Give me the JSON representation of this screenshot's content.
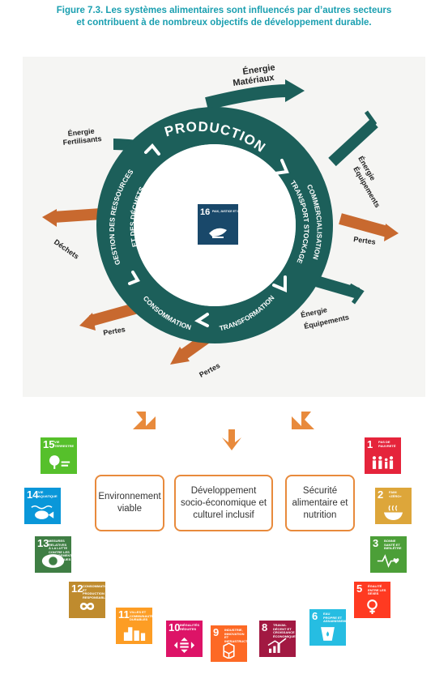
{
  "caption": {
    "line1": "Figure 7.3. Les systèmes alimentaires sont influencés par d’autres secteurs",
    "line2": "et contribuent à de nombreux objectifs de développement durable."
  },
  "cycle": {
    "production": "PRODUCTION",
    "commercialisation": "COMMERCIALISATION",
    "transport": "TRANSPORT STOCKAGE",
    "transformation": "TRANSFORMATION",
    "consommation": "CONSOMMATION",
    "gestion1": "GESTION DES RESSOURCES",
    "gestion2": "ET DES DÉCHETS"
  },
  "flows": {
    "energie_materiaux_1": "Énergie",
    "energie_materiaux_2": "Matériaux",
    "energie_fert_1": "Énergie",
    "energie_fert_2": "Fertilisants",
    "energie_equip_top_1": "Énergie",
    "energie_equip_top_2": "Équipements",
    "energie_equip_bottom_1": "Énergie",
    "energie_equip_bottom_2": "Équipements",
    "pertes_right": "Pertes",
    "pertes_left": "Pertes",
    "pertes_bottom": "Pertes",
    "dechets": "Déchets"
  },
  "center_sdg": {
    "number": "16",
    "label": "PAIX, JUSTICE ET INSTITUTIONS EFFICACES",
    "color": "#19486a"
  },
  "outcomes": {
    "env": "Environnement viable",
    "socio": "Développement socio-économique et culturel inclusif",
    "secu": "Sécurité alimentaire et nutrition"
  },
  "sdgs": [
    {
      "number": "15",
      "label": "VIE TERRESTRE",
      "color": "#56c02b",
      "icon": "tree-icon"
    },
    {
      "number": "14",
      "label": "VIE AQUATIQUE",
      "color": "#0a97d9",
      "icon": "fish-icon"
    },
    {
      "number": "13",
      "label": "MESURES RELATIVES À LA LUTTE CONTRE LES CHANGEMENTS CLIMATIQUES",
      "color": "#3f7e44",
      "icon": "eye-globe-icon"
    },
    {
      "number": "12",
      "label": "CONSOMMATION ET PRODUCTION RESPONSABLES",
      "color": "#bf8b2e",
      "icon": "infinity-icon"
    },
    {
      "number": "11",
      "label": "VILLES ET COMMUNAUTÉS DURABLES",
      "color": "#fd9d24",
      "icon": "city-icon"
    },
    {
      "number": "10",
      "label": "INÉGALITÉS RÉDUITES",
      "color": "#dd1367",
      "icon": "equality-icon"
    },
    {
      "number": "9",
      "label": "INDUSTRIE, INNOVATION ET INFRASTRUCTURE",
      "color": "#fd6925",
      "icon": "cubes-icon"
    },
    {
      "number": "8",
      "label": "TRAVAIL DÉCENT ET CROISSANCE ÉCONOMIQUE",
      "color": "#a21942",
      "icon": "growth-icon"
    },
    {
      "number": "6",
      "label": "EAU PROPRE ET ASSAINISSEMENT",
      "color": "#26bde2",
      "icon": "water-icon"
    },
    {
      "number": "5",
      "label": "ÉGALITÉ ENTRE LES SEXES",
      "color": "#ff3a21",
      "icon": "gender-icon"
    },
    {
      "number": "3",
      "label": "BONNE SANTÉ ET BIEN-ÊTRE",
      "color": "#4c9f38",
      "icon": "heartbeat-icon"
    },
    {
      "number": "2",
      "label": "FAIM «ZÉRO»",
      "color": "#dda63a",
      "icon": "bowl-icon"
    },
    {
      "number": "1",
      "label": "PAS DE PAUVRETÉ",
      "color": "#e5243b",
      "icon": "family-icon"
    }
  ],
  "colors": {
    "ring": "#1c5f5a",
    "orange": "#c8692f",
    "accent_orange": "#e88a3c",
    "title": "#1a9fb0"
  }
}
